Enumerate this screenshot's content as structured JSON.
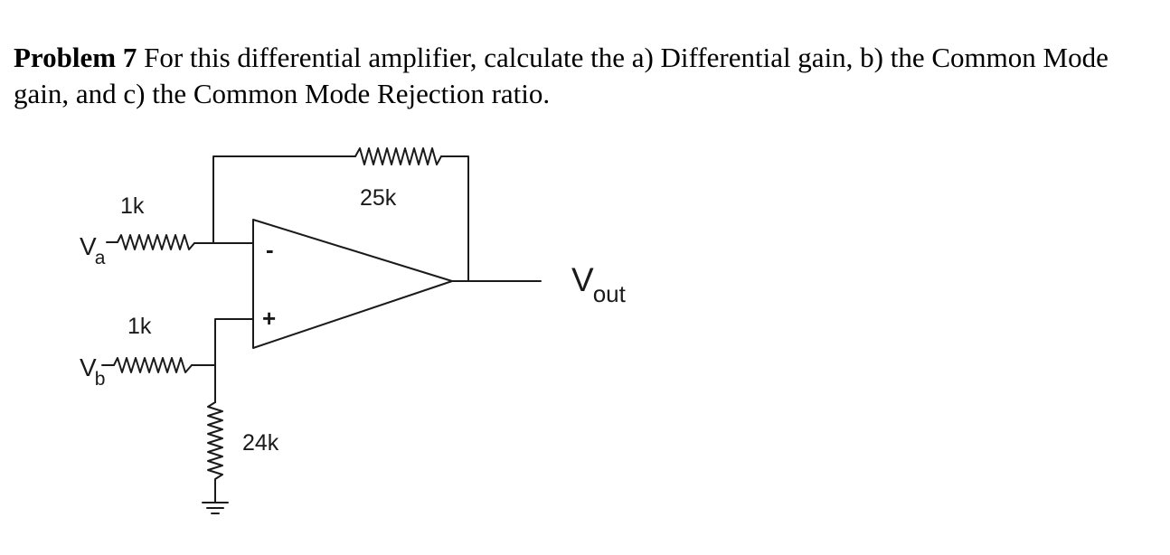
{
  "problem": {
    "label": "Problem 7",
    "text": " For this differential amplifier, calculate the a) Differential gain, b) the Common Mode gain, and c) the Common Mode Rejection ratio."
  },
  "circuit": {
    "input_a": {
      "main": "V",
      "sub": "a"
    },
    "input_b": {
      "main": "V",
      "sub": "b"
    },
    "output": {
      "main": "V",
      "sub": "out"
    },
    "r_a": "1k",
    "r_b": "1k",
    "r_feedback": "25k",
    "r_ground": "24k",
    "inverting_pin": "-",
    "noninverting_pin": "+"
  }
}
